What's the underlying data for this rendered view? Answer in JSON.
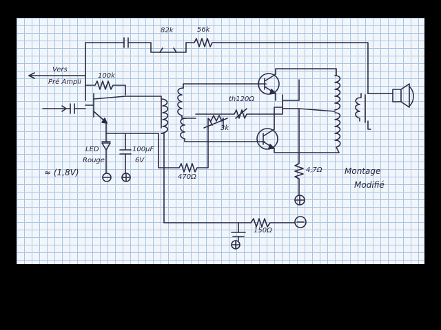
{
  "labels": {
    "r82k": "82k",
    "r56k": "56k",
    "vers": "Vers",
    "preampli": "Pré Ampli",
    "r100k": "100k",
    "th120": "th120Ω",
    "r3k": "3k",
    "led1": "LED",
    "led2": "Rouge",
    "ledv": "≈ (1,8V)",
    "c100": "100µF",
    "c6v": "6V",
    "r470": "470Ω",
    "r47": "4,7Ω",
    "montage": "Montage",
    "modifie": "Modifié",
    "r150": "150Ω",
    "minus": "−"
  }
}
